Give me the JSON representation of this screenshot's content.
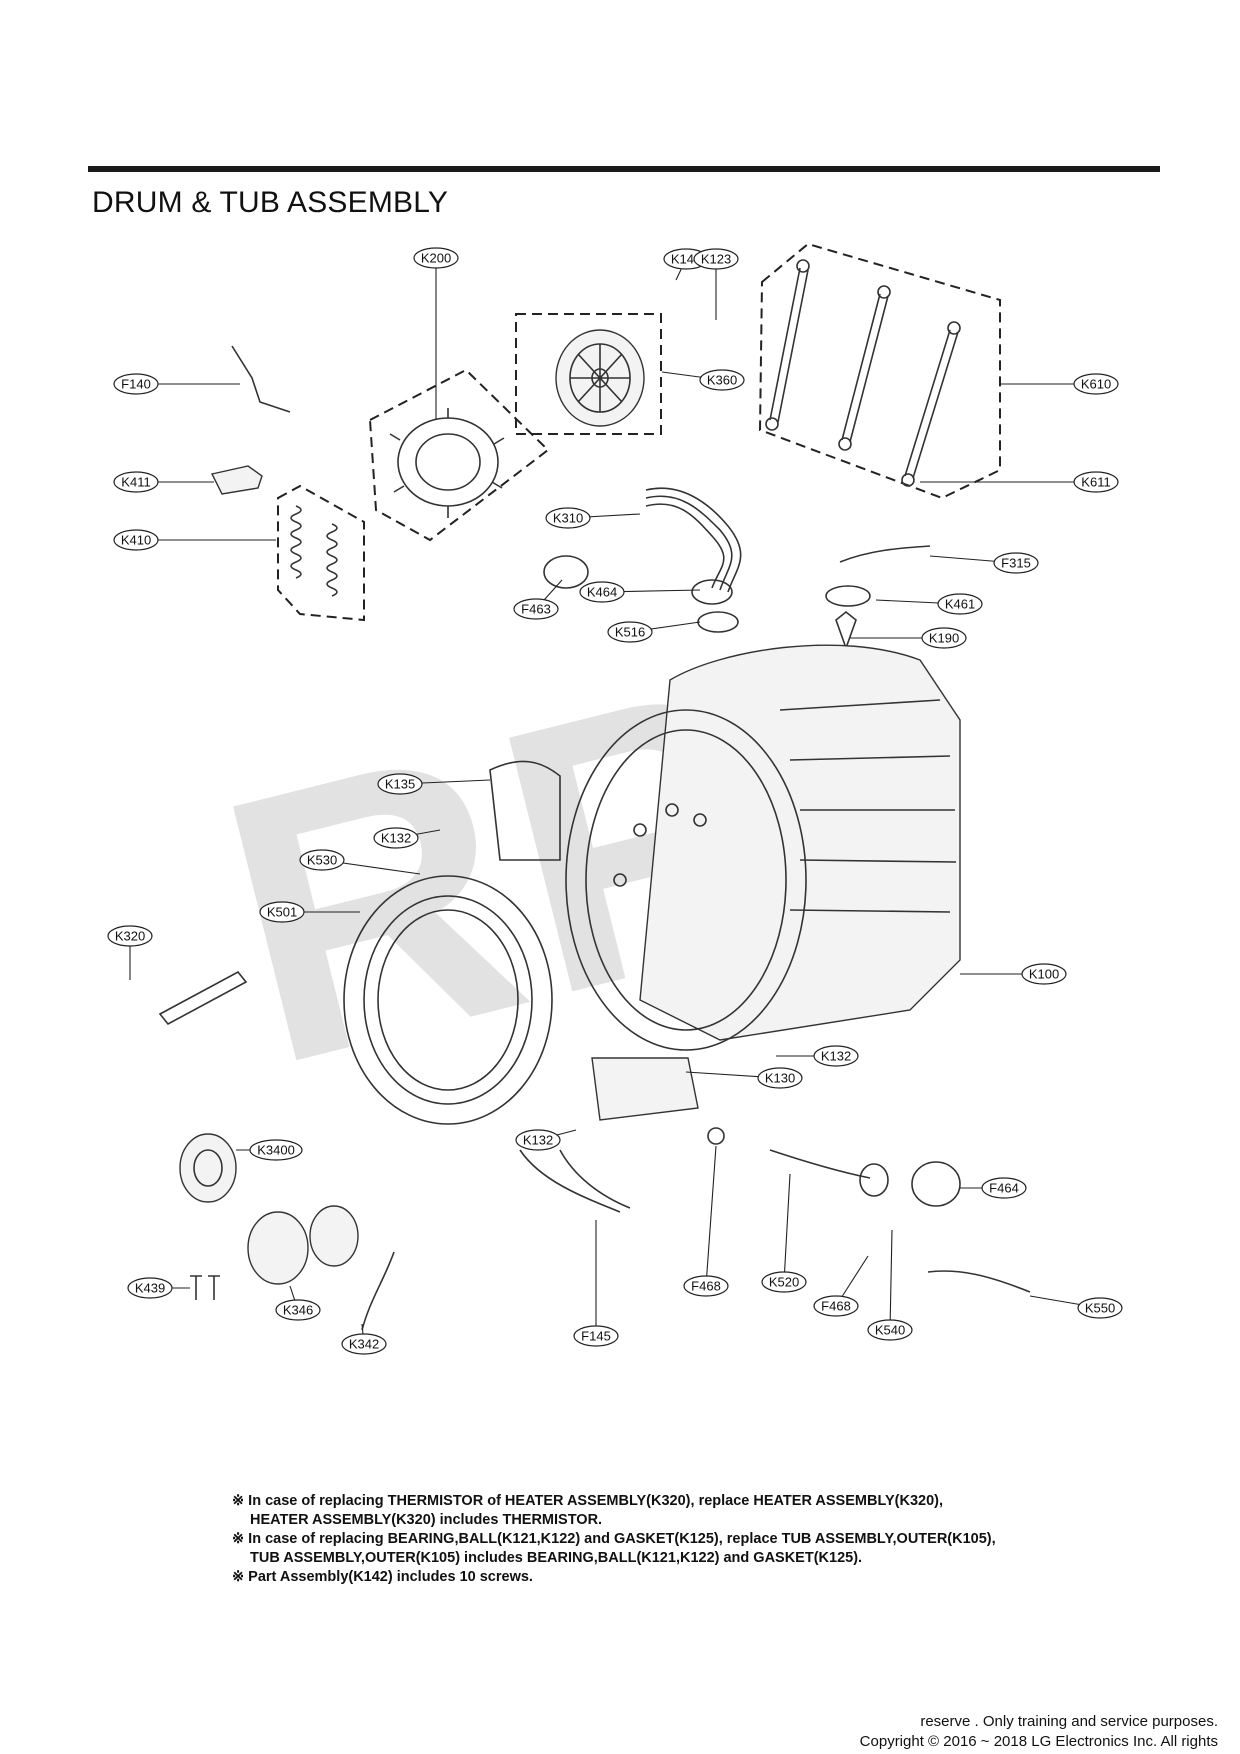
{
  "title": "DRUM & TUB ASSEMBLY",
  "watermark": "RPI",
  "labels": [
    {
      "id": "K200"
    },
    {
      "id": "K143"
    },
    {
      "id": "K123"
    },
    {
      "id": "F140"
    },
    {
      "id": "K360"
    },
    {
      "id": "K610"
    },
    {
      "id": "K611"
    },
    {
      "id": "K411"
    },
    {
      "id": "K410"
    },
    {
      "id": "K310"
    },
    {
      "id": "F315"
    },
    {
      "id": "F463"
    },
    {
      "id": "K464"
    },
    {
      "id": "K461"
    },
    {
      "id": "K516"
    },
    {
      "id": "K190"
    },
    {
      "id": "K135"
    },
    {
      "id": "K132"
    },
    {
      "id": "K530"
    },
    {
      "id": "K501"
    },
    {
      "id": "K320"
    },
    {
      "id": "K100"
    },
    {
      "id": "K132"
    },
    {
      "id": "K130"
    },
    {
      "id": "K132"
    },
    {
      "id": "K3400"
    },
    {
      "id": "F464"
    },
    {
      "id": "K439"
    },
    {
      "id": "K346"
    },
    {
      "id": "F468"
    },
    {
      "id": "K520"
    },
    {
      "id": "F468"
    },
    {
      "id": "K550"
    },
    {
      "id": "K342"
    },
    {
      "id": "F145"
    },
    {
      "id": "K540"
    }
  ],
  "notes": [
    {
      "line1": "※ In case of replacing THERMISTOR of HEATER ASSEMBLY(K320), replace HEATER ASSEMBLY(K320),",
      "line2": "HEATER ASSEMBLY(K320) includes THERMISTOR."
    },
    {
      "line1": "※ In case of replacing BEARING,BALL(K121,K122) and GASKET(K125), replace TUB ASSEMBLY,OUTER(K105),",
      "line2": "TUB ASSEMBLY,OUTER(K105) includes BEARING,BALL(K121,K122) and GASKET(K125)."
    },
    {
      "line1": "※ Part Assembly(K142) includes 10 screws.",
      "line2": ""
    }
  ],
  "footer": {
    "line1": "reserve  . Only training and service purposes.",
    "line2": "Copyright © 2016 ~ 2018 LG Electronics Inc. All rights"
  }
}
